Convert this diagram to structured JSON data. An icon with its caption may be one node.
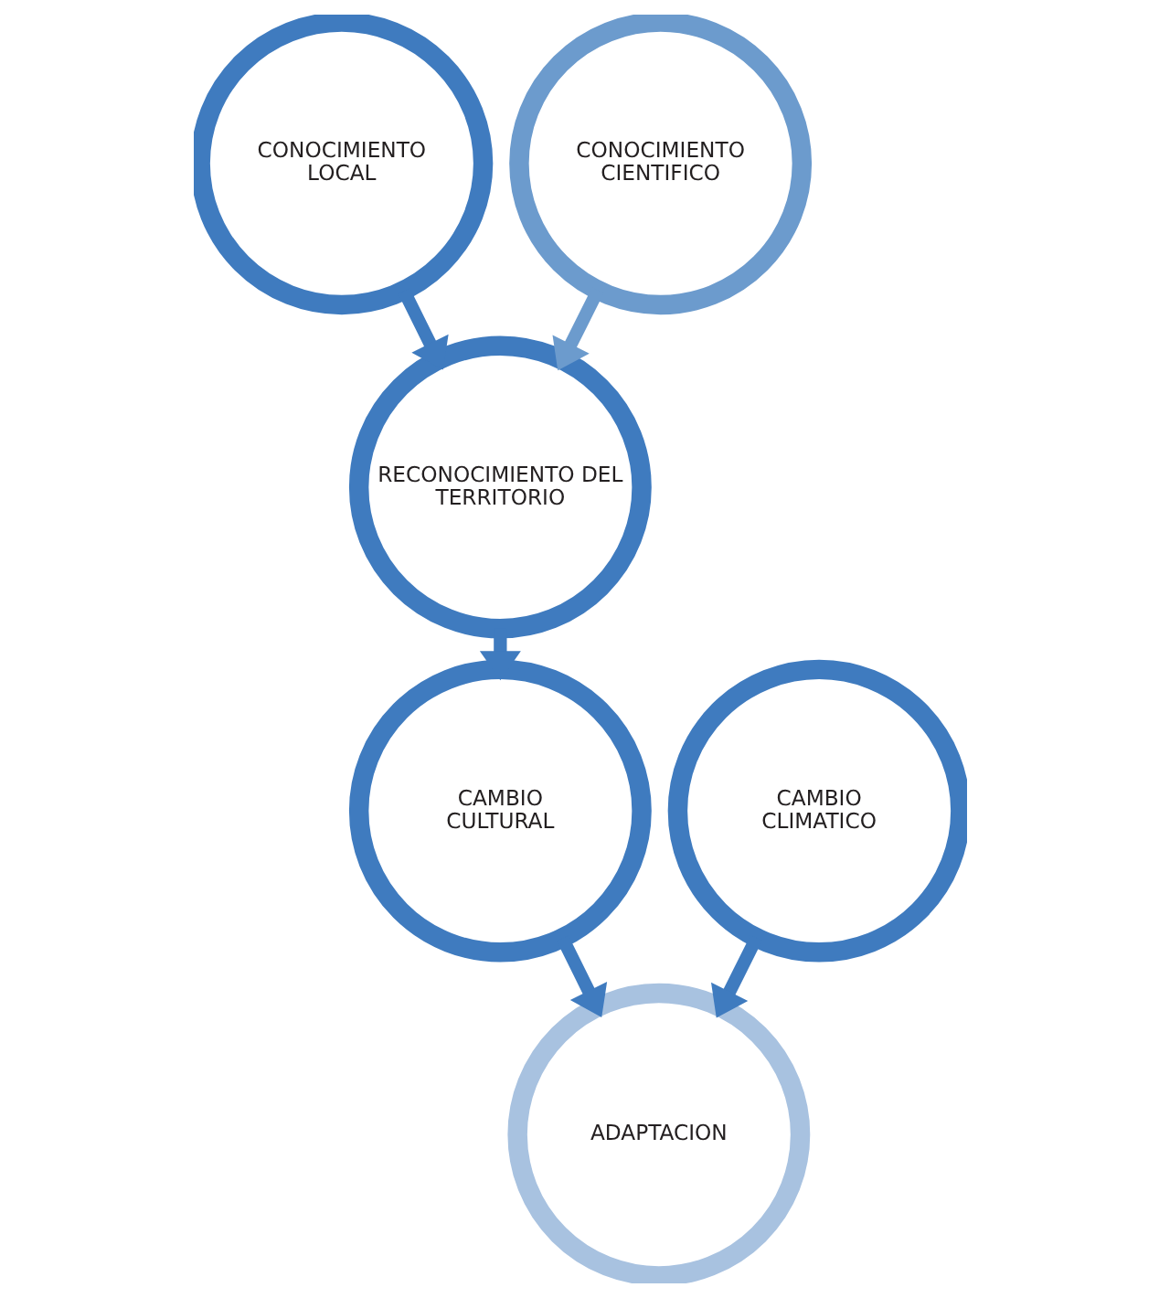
{
  "diagram": {
    "nodes": [
      {
        "text": [
          "CONOCIMIENTO LOCAL"
        ]
      },
      {
        "text": [
          "CONOCIMIENTO CIENTIFICO"
        ]
      },
      {
        "text": [
          "RECONOCIMIENTO DEL TERRITORIO"
        ]
      },
      {
        "text": [
          "CAMBIO CULTURAL"
        ]
      },
      {
        "text": [
          "CAMBIO CLIMATICO"
        ]
      },
      {
        "text": [
          "ADAPTACION"
        ]
      }
    ],
    "edges": [
      {
        "from": 0,
        "to": 2,
        "arrow": "to"
      },
      {
        "from": 1,
        "to": 2,
        "arrow": "to",
        "color": "#6c9bcd"
      },
      {
        "from": 2,
        "to": 3,
        "arrow": "to"
      },
      {
        "from": 3,
        "to": 5,
        "arrow": "to"
      },
      {
        "from": 4,
        "to": 5,
        "arrow": "to"
      }
    ]
  }
}
